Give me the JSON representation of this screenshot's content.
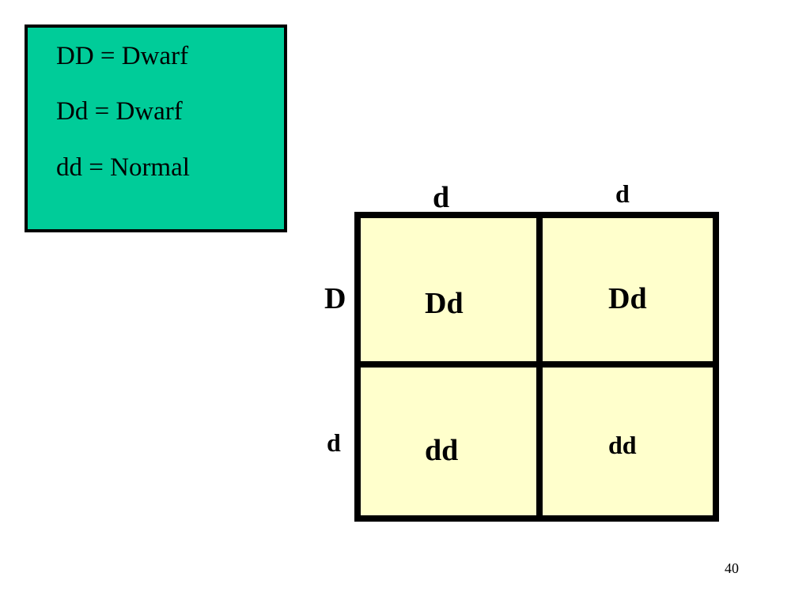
{
  "legend": {
    "items": [
      "DD = Dwarf",
      "Dd = Dwarf",
      "dd = Normal"
    ],
    "background_color": "#00cc99"
  },
  "punnett": {
    "top_alleles": [
      "d",
      "d"
    ],
    "left_alleles": [
      "D",
      "d"
    ],
    "cells": [
      [
        "Dd",
        "Dd"
      ],
      [
        "dd",
        "dd"
      ]
    ],
    "cell_color": "#ffffcc"
  },
  "page_number": "40"
}
